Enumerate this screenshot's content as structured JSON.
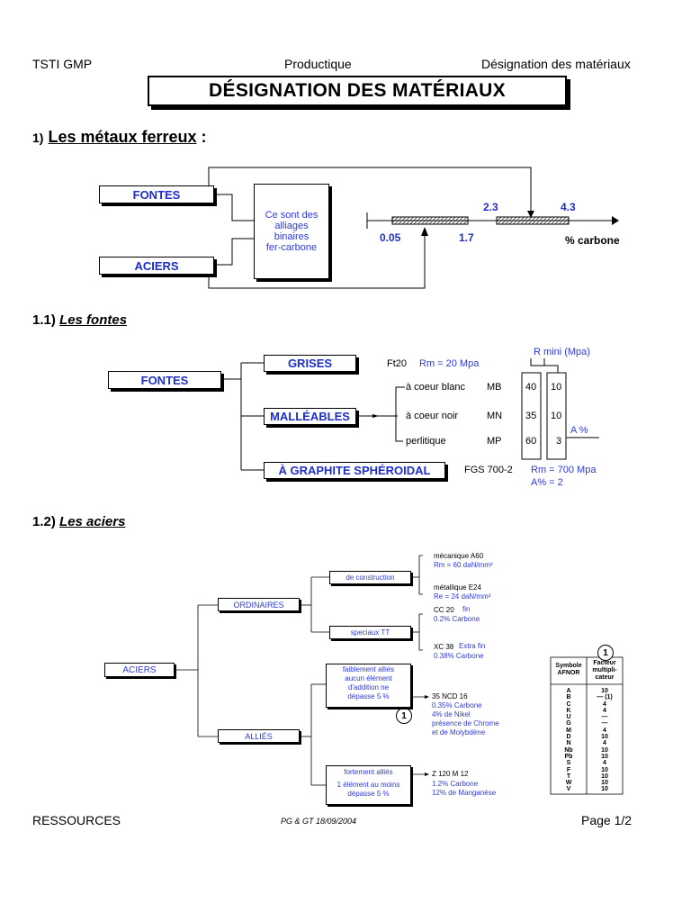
{
  "header": {
    "left": "TSTI GMP",
    "center": "Productique",
    "right": "Désignation des matériaux"
  },
  "title": "DÉSIGNATION DES MATÉRIAUX",
  "section1": {
    "num": "1)",
    "heading": "Les métaux ferreux",
    "colon": " :",
    "fontes": "FONTES",
    "aciers": "ACIERS",
    "alliages_lines": [
      "Ce sont des",
      "alliages",
      "binaires",
      "fer-carbone"
    ],
    "scale": {
      "v005": "0.05",
      "v17": "1.7",
      "v23": "2.3",
      "v43": "4.3",
      "unit": "% carbone"
    }
  },
  "section11": {
    "num": "1.1)",
    "heading": "Les fontes",
    "fontes": "FONTES",
    "grises": "GRISES",
    "malleables": "MALLÉABLES",
    "graphite": "À GRAPHITE SPHÉROIDAL",
    "ft20": "Ft20",
    "rm20": "Rm = 20 Mpa",
    "rmini": "R mini (Mpa)",
    "apct": "A %",
    "rows": [
      {
        "label": "à coeur blanc",
        "code": "MB",
        "r": "40",
        "a": "10"
      },
      {
        "label": "à coeur noir",
        "code": "MN",
        "r": "35",
        "a": "10"
      },
      {
        "label": "perlitique",
        "code": "MP",
        "r": "60",
        "a": "3"
      }
    ],
    "fgs": "FGS 700-2",
    "rm700": "Rm = 700 Mpa",
    "a2": "A% = 2"
  },
  "section12": {
    "num": "1.2)",
    "heading": "Les aciers",
    "aciers": "ACIERS",
    "ordinaires": "ORDINAIRES",
    "allies": "ALLIÉS",
    "construction": "de construction",
    "speciaux": "speciaux TT",
    "mecanique": "mécanique  A60",
    "rm60": "Rm = 60 daN/mm²",
    "metallique": "métallique E24",
    "re24": "Re = 24 daN/mm²",
    "cc20": "CC 20",
    "cc20fin": "fin",
    "cc20c": "0.2% Carbone",
    "xc38": "XC 38",
    "xc38fin": "Extra fin",
    "xc38c": "0.38% Carbone",
    "faiblement": [
      "faiblement alliés",
      "aucun élément",
      "d'addition ne",
      "dépasse 5 %"
    ],
    "ncd": "35 NCD 16",
    "ncd_lines": [
      "0.35% Carbone",
      "4% de Nikel",
      "présence de Chrome",
      "et de Molybdène"
    ],
    "marker": "1",
    "fortement": [
      "fortement alliés",
      "1 élément au moins",
      "dépasse 5 %"
    ],
    "z120": "Z 120 M 12",
    "z120_lines": [
      "1.2% Carbone",
      "12% de Manganèse"
    ],
    "afnor": {
      "marker": "1",
      "col1_head": [
        "Symbole",
        "AFNOR"
      ],
      "col2_head": [
        "Facteur",
        "multipli-",
        "cateur"
      ],
      "symbols": [
        "A",
        "B",
        "C",
        "K",
        "U",
        "G",
        "M",
        "D",
        "N",
        "Nb",
        "Pb",
        "S",
        "F",
        "T",
        "W",
        "V"
      ],
      "factors": [
        "10",
        "— (1)",
        "4",
        "4",
        "—",
        "—",
        "4",
        "10",
        "4",
        "10",
        "10",
        "4",
        "10",
        "10",
        "10",
        "10"
      ]
    }
  },
  "footer": {
    "left": "RESSOURCES",
    "center": "PG & GT 18/09/2004",
    "right": "Page 1/2"
  }
}
